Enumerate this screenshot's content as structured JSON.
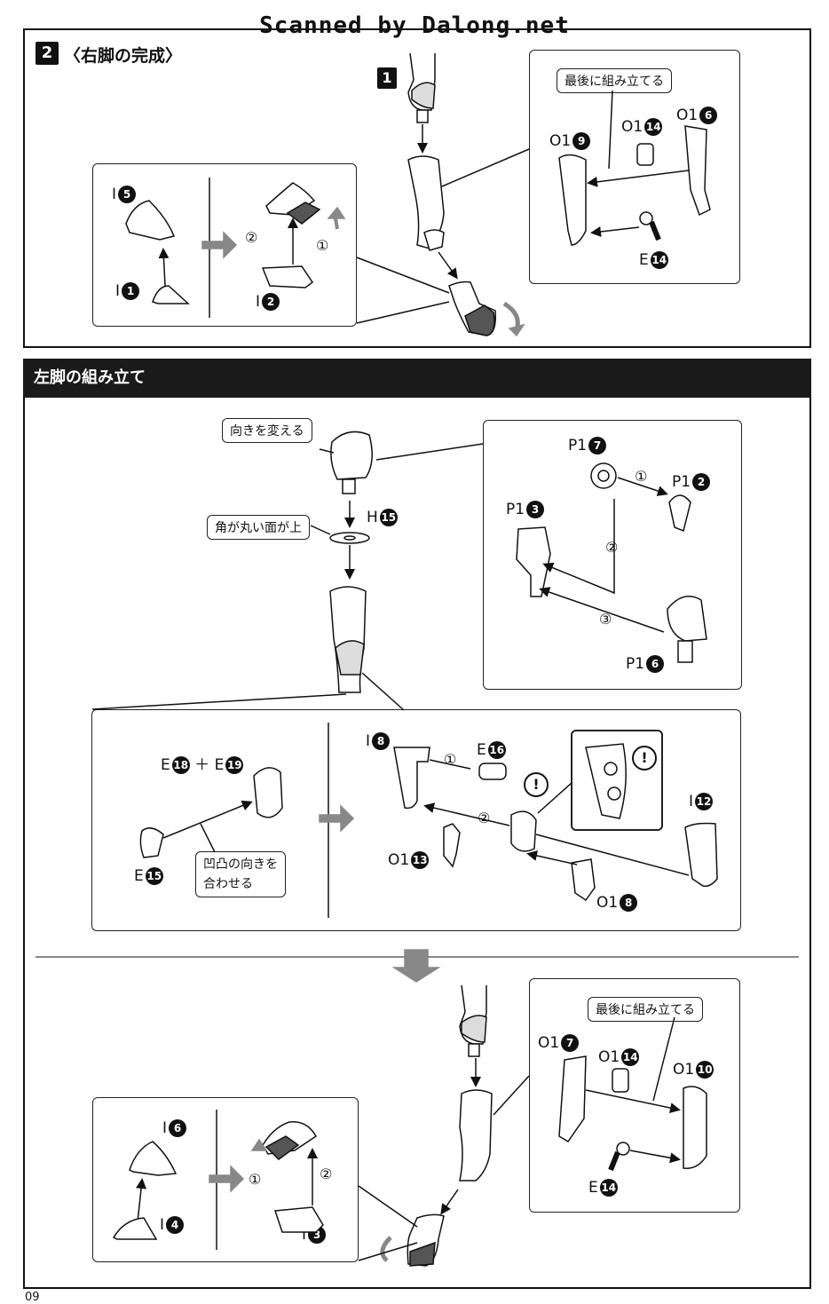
{
  "watermark": "Scanned by Dalong.net",
  "section_right": {
    "step": "2",
    "title": "〈右脚の完成〉"
  },
  "step1_badge": "1",
  "callouts": {
    "assemble_last_top": "最後に組み立てる",
    "change_direction": "向きを変える",
    "rounded_face_up": "角が丸い面が上",
    "match_bumps_line1": "凹凸の向きを",
    "match_bumps_line2": "合わせる",
    "assemble_last_bottom": "最後に組み立てる"
  },
  "section_left": {
    "title": "左脚の組み立て"
  },
  "order_marks": {
    "one": "①",
    "two": "②",
    "three": "③"
  },
  "notice_mark": "!",
  "labels": {
    "I5": {
      "prefix": "I",
      "num": "5"
    },
    "I1": {
      "prefix": "I",
      "num": "1"
    },
    "I2": {
      "prefix": "I",
      "num": "2"
    },
    "O1_9": {
      "prefix": "O1",
      "num": "9"
    },
    "O1_14_top": {
      "prefix": "O1",
      "num": "14"
    },
    "O1_6": {
      "prefix": "O1",
      "num": "6"
    },
    "E14_top": {
      "prefix": "E",
      "num": "14"
    },
    "H15": {
      "prefix": "H",
      "num": "15"
    },
    "P1_7": {
      "prefix": "P1",
      "num": "7"
    },
    "P1_2": {
      "prefix": "P1",
      "num": "2"
    },
    "P1_3": {
      "prefix": "P1",
      "num": "3"
    },
    "P1_6": {
      "prefix": "P1",
      "num": "6"
    },
    "E18": {
      "prefix": "E",
      "num": "18"
    },
    "plus": "＋",
    "E19": {
      "prefix": "E",
      "num": "19"
    },
    "E15": {
      "prefix": "E",
      "num": "15"
    },
    "I8": {
      "prefix": "I",
      "num": "8"
    },
    "E16": {
      "prefix": "E",
      "num": "16"
    },
    "I12": {
      "prefix": "I",
      "num": "12"
    },
    "O1_13": {
      "prefix": "O1",
      "num": "13"
    },
    "O1_8": {
      "prefix": "O1",
      "num": "8"
    },
    "O1_7": {
      "prefix": "O1",
      "num": "7"
    },
    "O1_14_bottom": {
      "prefix": "O1",
      "num": "14"
    },
    "O1_10": {
      "prefix": "O1",
      "num": "10"
    },
    "E14_bottom": {
      "prefix": "E",
      "num": "14"
    },
    "I6": {
      "prefix": "I",
      "num": "6"
    },
    "I4": {
      "prefix": "I",
      "num": "4"
    },
    "I3": {
      "prefix": "I",
      "num": "3"
    }
  },
  "page_number": "09",
  "colors": {
    "ink": "#111111",
    "accent_gray": "#888888",
    "panel_border": "#222222"
  }
}
